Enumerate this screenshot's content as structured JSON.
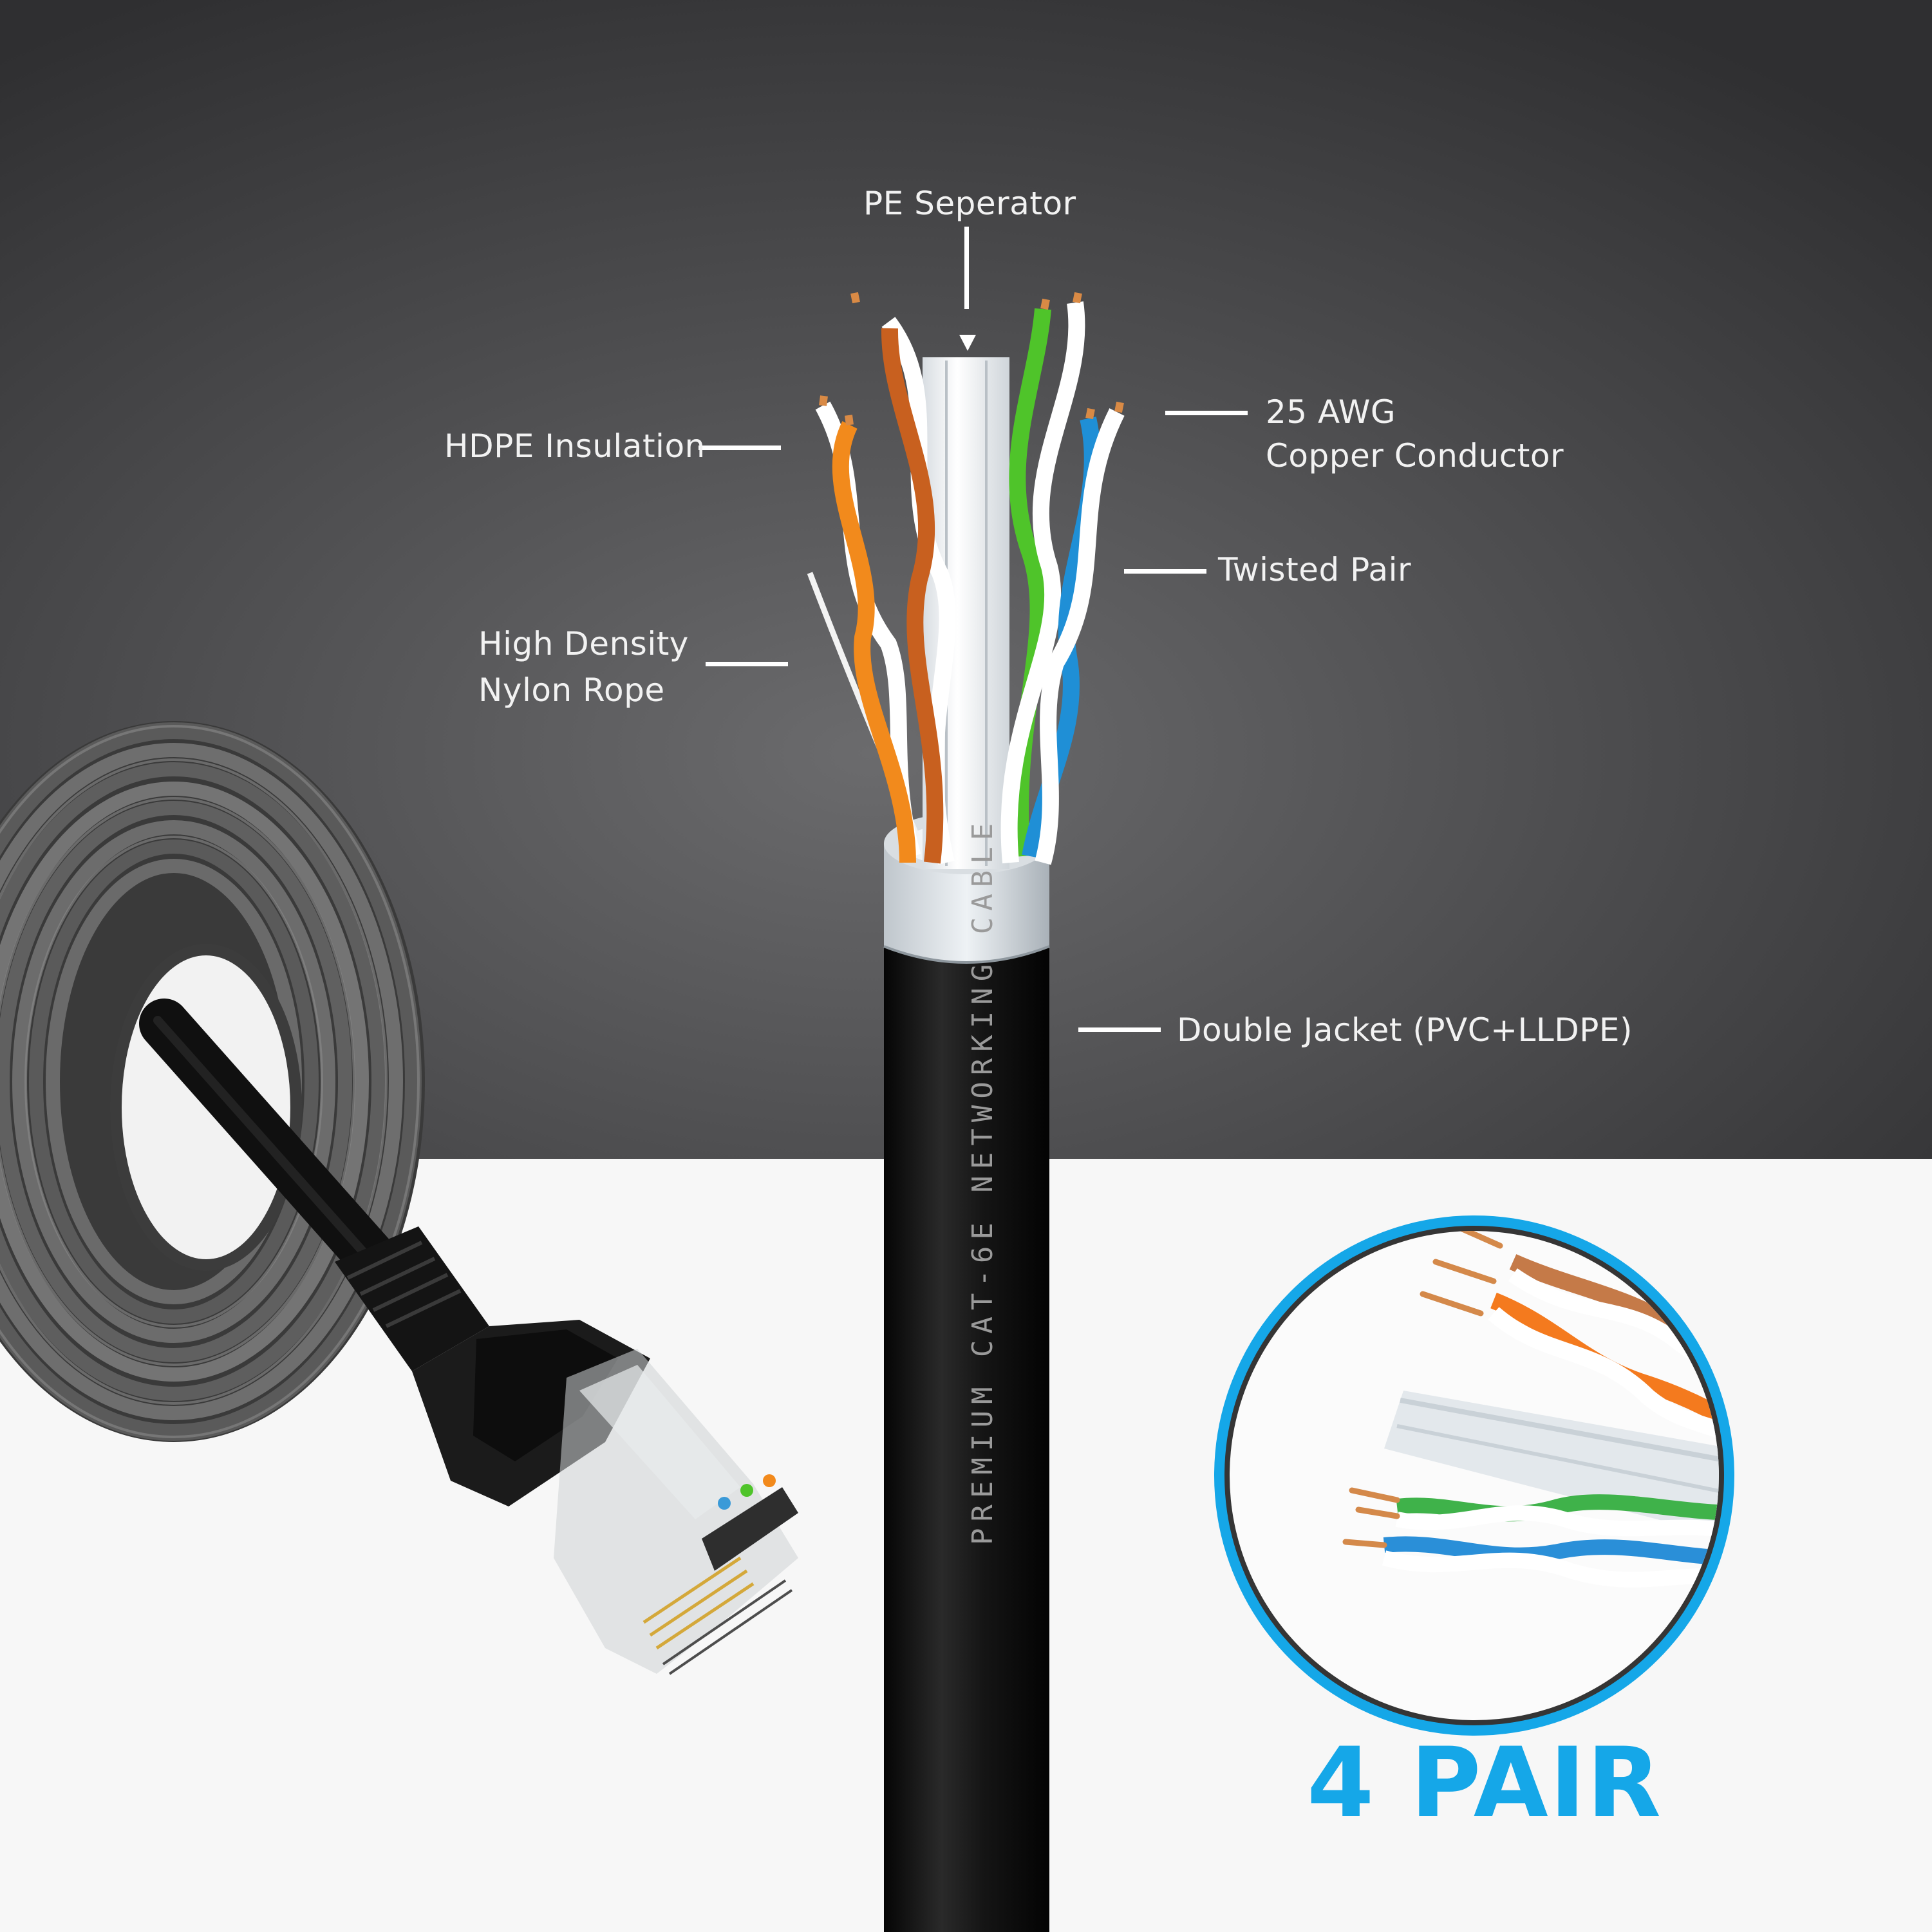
{
  "colors": {
    "accent_blue": "#15a7e8",
    "bg_dark": "#3a3a3c",
    "bg_light": "#f5f5f5",
    "jacket_black": "#141414",
    "pair_orange": "#f28a1c",
    "pair_brown": "#c8601f",
    "pair_green": "#4fc42a",
    "pair_blue": "#1f8fd6"
  },
  "callouts": {
    "pe_separator": "PE Seperator",
    "awg_line1": "25 AWG",
    "awg_line2": "Copper Conductor",
    "hdpe": "HDPE Insulation",
    "twisted": "Twisted Pair",
    "nylon_line1": "High Density",
    "nylon_line2": "Nylon Rope",
    "jacket": "Double Jacket (PVC+LLDPE)"
  },
  "cable_print": "PREMIUM CAT-6E NETWORKING CABLE",
  "badge": {
    "title": "4 PAIR"
  },
  "icons": [
    "coiled-cable-icon",
    "rj45-connector-icon",
    "cable-cross-section-icon",
    "twisted-pair-zoom-icon"
  ]
}
